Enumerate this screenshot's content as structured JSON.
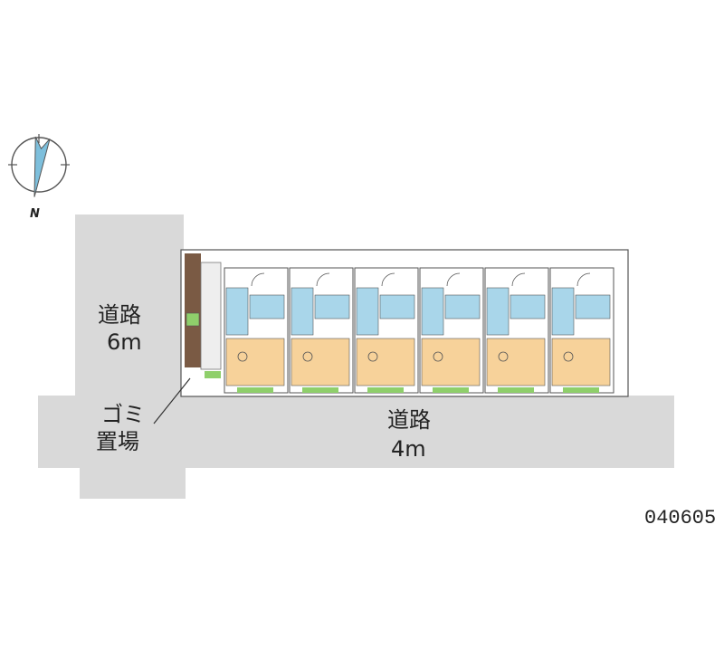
{
  "map": {
    "compass": {
      "north_label": "N"
    },
    "road_west": {
      "name": "道路",
      "width": "6m"
    },
    "road_south": {
      "name": "道路",
      "width": "4m"
    },
    "garbage_area": {
      "line1": "ゴミ",
      "line2": "置場"
    },
    "property_code": "040605",
    "unit_count": 6
  },
  "colors": {
    "road": "#d9d9d9",
    "room": "#f7d29a",
    "wet_area": "#a9d6ea",
    "greenery": "#8fcf6b",
    "outline": "#555555",
    "dumpster": "#7a5a44"
  }
}
